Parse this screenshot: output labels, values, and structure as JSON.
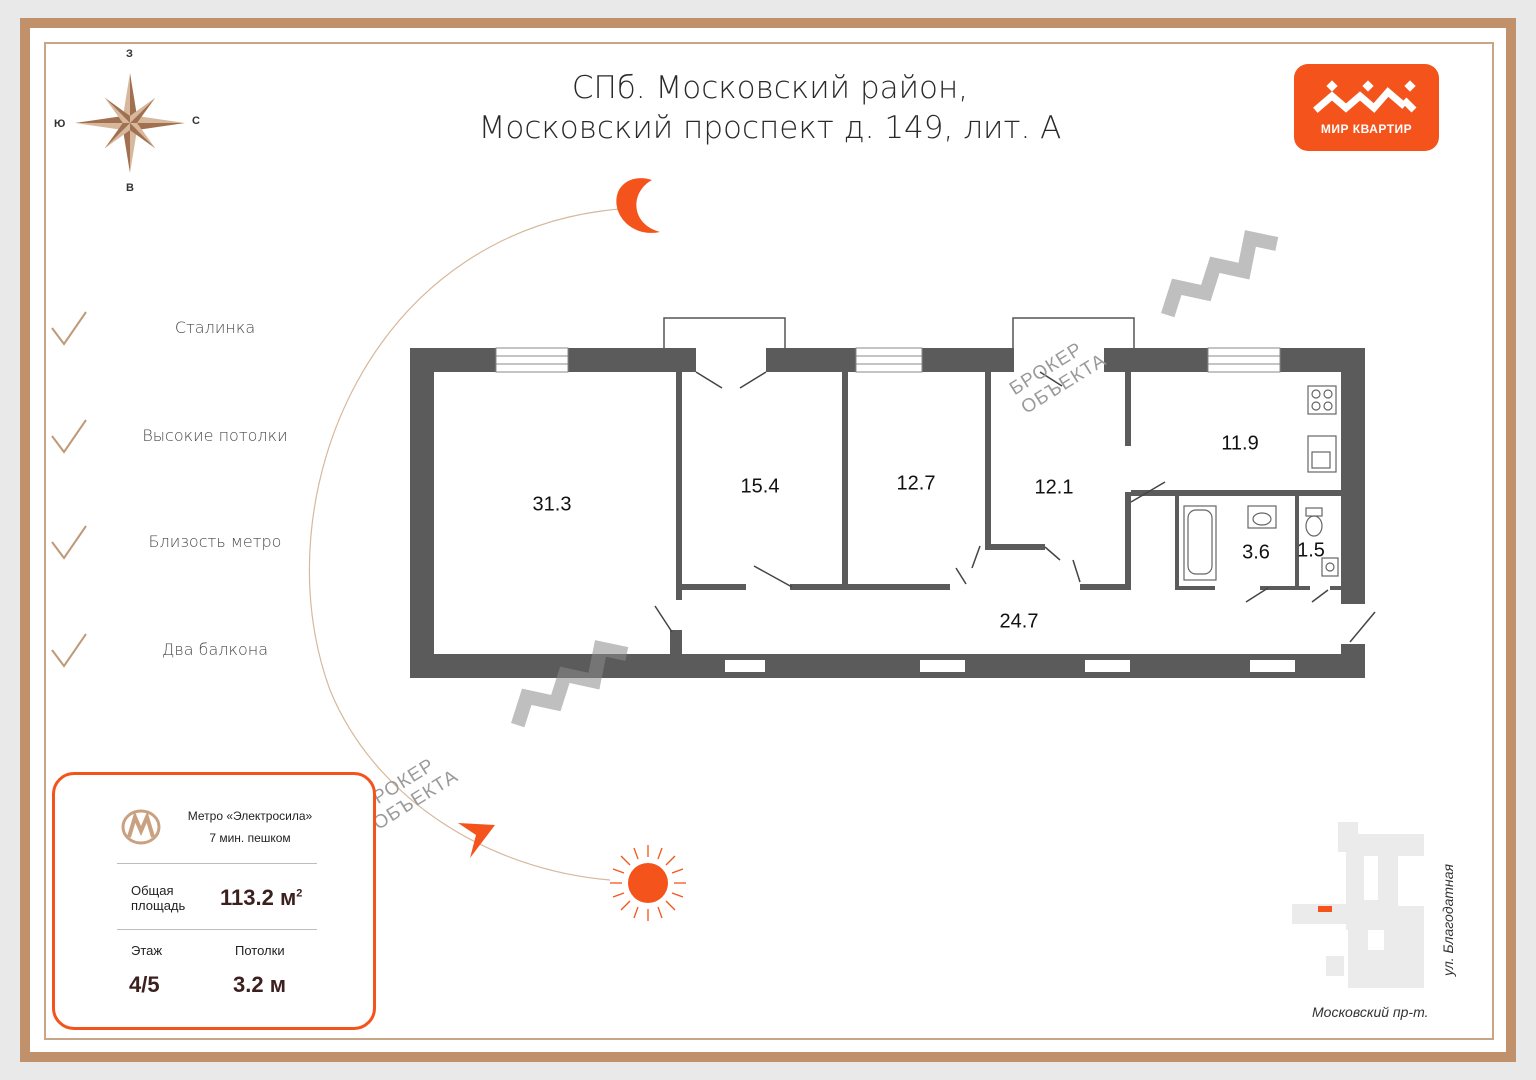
{
  "title": {
    "line1": "СПб. Московский район,",
    "line2": "Московский проспект д. 149, лит. А"
  },
  "logo": {
    "text": "МИР КВАРТИР",
    "color": "#f4541c"
  },
  "compass": {
    "north": "З",
    "south": "В",
    "west": "Ю",
    "east": "С"
  },
  "features": [
    "Сталинка",
    "Высокие потолки",
    "Близость метро",
    "Два балкона"
  ],
  "info": {
    "metro_name": "Метро «Электросила»",
    "metro_walk": "7 мин. пешком",
    "area_label": "Общая площадь",
    "area_value": "113.2 м",
    "area_unit_sup": "2",
    "floor_label": "Этаж",
    "floor_value": "4/5",
    "ceiling_label": "Потолки",
    "ceiling_value": "3.2 м"
  },
  "rooms": [
    "31.3",
    "15.4",
    "12.7",
    "12.1",
    "11.9",
    "3.6",
    "1.5",
    "24.7"
  ],
  "watermark": {
    "line1": "БРОКЕР",
    "line2": "ОБЪЕКТА"
  },
  "streets": {
    "side": "ул. Благодатная",
    "bottom": "Московский пр-т."
  },
  "colors": {
    "accent": "#f4541c",
    "frame": "#c0916a",
    "wall": "#5b5b5b",
    "check": "#c09a78"
  }
}
